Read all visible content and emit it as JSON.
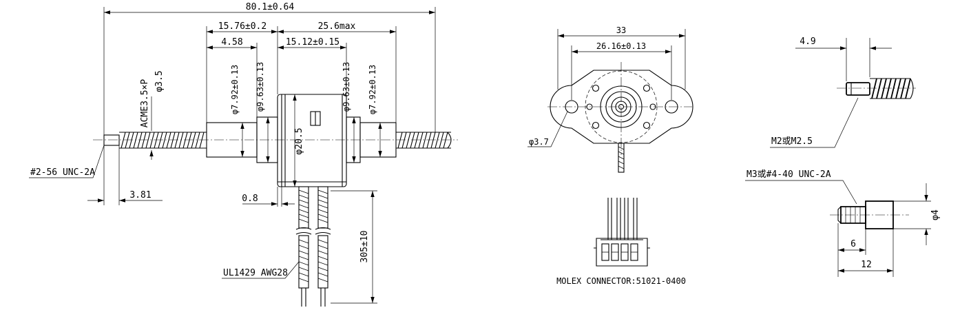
{
  "main_view": {
    "overall_length": "80.1±0.64",
    "left_body_length": "15.76±0.2",
    "right_max_length": "25.6max",
    "bushing_length": "4.58",
    "housing_length": "15.12±0.15",
    "screw_spec": "ACME3.5×P",
    "screw_diameter": "φ3.5",
    "outer_bushing_dia_left": "φ7.92±0.13",
    "inner_bushing_dia_left": "φ9.63±0.13",
    "housing_diameter": "φ20.5",
    "inner_bushing_dia_right": "φ9.63±0.13",
    "outer_bushing_dia_right": "φ7.92±0.13",
    "thread_note": "#2-56 UNC-2A",
    "tip_length": "3.81",
    "flange_thickness": "0.8",
    "lead_length": "305±10",
    "wire_spec": "UL1429 AWG28"
  },
  "front_view": {
    "flange_width": "33",
    "hole_spacing": "26.16±0.13",
    "hole_diameter": "φ3.7",
    "connector": "MOLEX CONNECTOR:51021-0400"
  },
  "detail_top": {
    "length": "4.9",
    "thread": "M2或M2.5"
  },
  "detail_bottom": {
    "thread": "M3或#4-40 UNC-2A",
    "diameter": "φ4",
    "thread_length": "6",
    "total_length": "12"
  }
}
